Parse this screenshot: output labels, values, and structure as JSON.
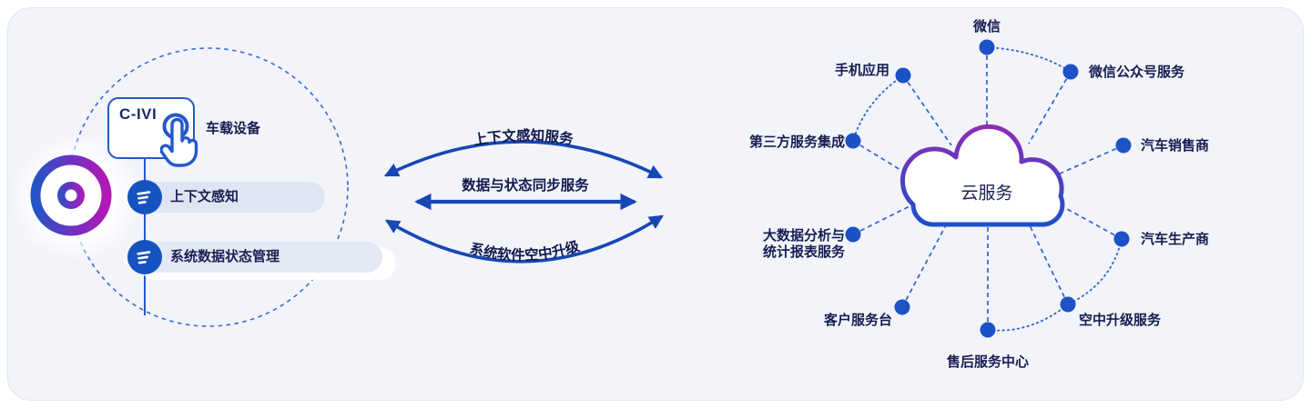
{
  "colors": {
    "panel_bg": "#f2f4fa",
    "arrow_blue": "#1747b5",
    "dot_blue": "#1d52c6",
    "dashed_line_blue": "#2e62d0",
    "navy_text": "#171d52",
    "icon_circle_blue": "#1553c0",
    "gradient_purple": "#a21ab4",
    "gradient_blue": "#2354c5",
    "pill_bg": "#dfe5f3"
  },
  "icons": [
    "steering-wheel-icon",
    "tap-hand-icon",
    "list-icon",
    "cloud-shape",
    "node-dot"
  ],
  "vehicle": {
    "title": "车载设备",
    "device_name": "C-IVI",
    "features": [
      {
        "label": "上下文感知"
      },
      {
        "label": "系统数据状态管理"
      }
    ]
  },
  "sync_arrows": [
    {
      "label": "上下文感知服务"
    },
    {
      "label": "数据与状态同步服务"
    },
    {
      "label": "系统软件空中升级"
    }
  ],
  "cloud": {
    "label": "云服务"
  },
  "cloud_nodes": [
    {
      "id": "wechat",
      "label": "微信"
    },
    {
      "id": "mobile-app",
      "label": "手机应用"
    },
    {
      "id": "wechat-official-account",
      "label": "微信公众号服务"
    },
    {
      "id": "third-party-integration",
      "label": "第三方服务集成"
    },
    {
      "id": "car-dealer",
      "label": "汽车销售商"
    },
    {
      "id": "bigdata-analytics",
      "label_lines": [
        "大数据分析与",
        "统计报表服务"
      ]
    },
    {
      "id": "customer-service-desk",
      "label": "客户服务台"
    },
    {
      "id": "after-sales-center",
      "label": "售后服务中心"
    },
    {
      "id": "ota-upgrade",
      "label": "空中升级服务"
    },
    {
      "id": "car-manufacturer",
      "label": "汽车生产商"
    }
  ]
}
